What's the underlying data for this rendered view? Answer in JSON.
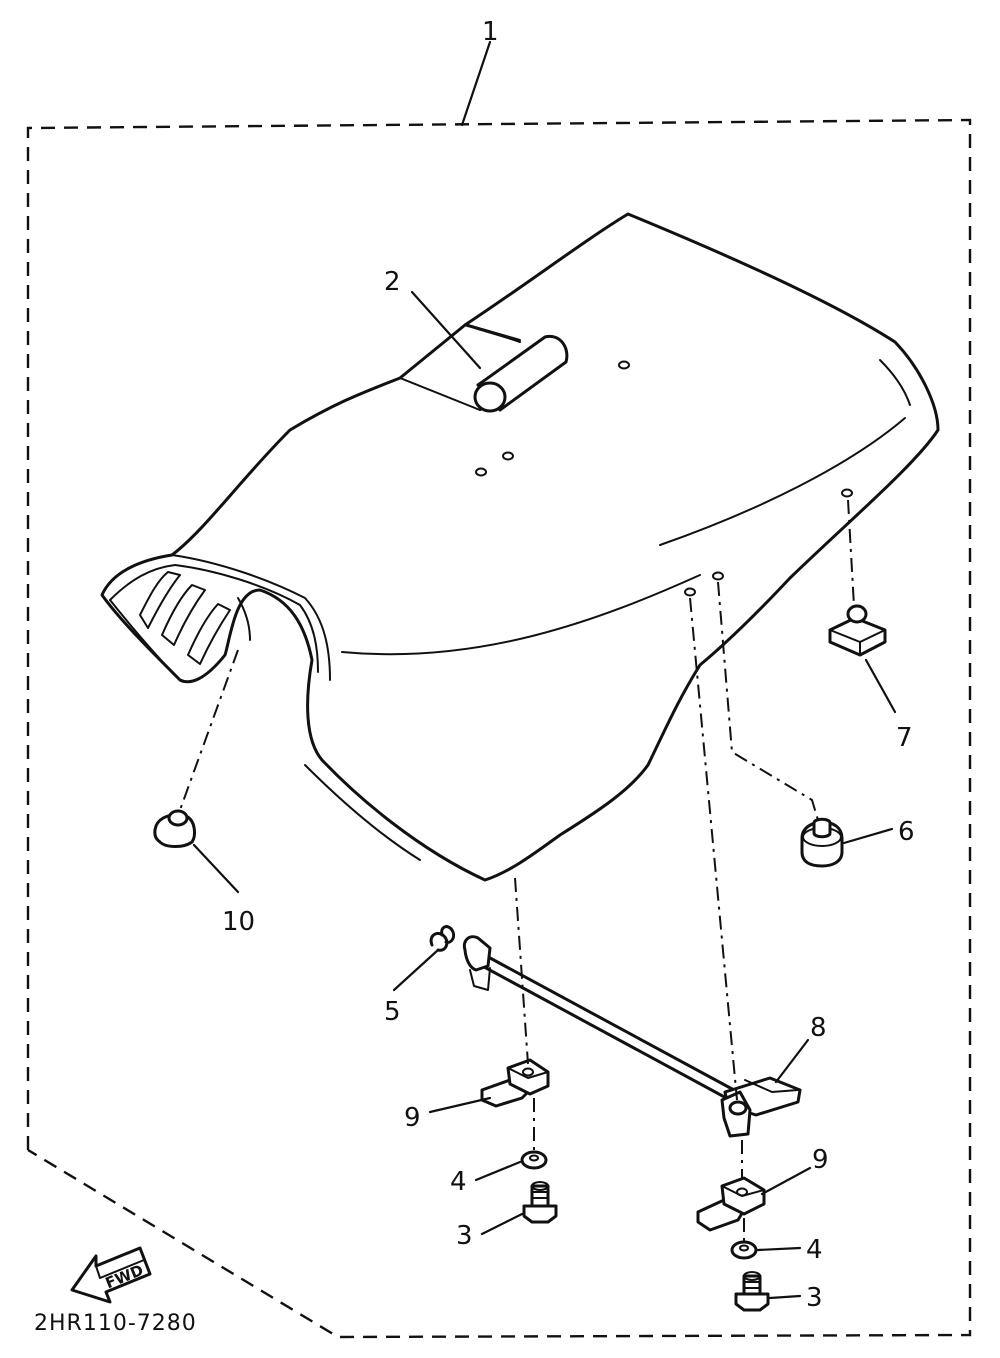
{
  "diagram": {
    "diagram_code": "2HR110-7280",
    "fwd_label": "FWD",
    "callouts": {
      "c1": "1",
      "c2": "2",
      "c3a": "3",
      "c3b": "3",
      "c4a": "4",
      "c4b": "4",
      "c5": "5",
      "c6": "6",
      "c7": "7",
      "c8": "8",
      "c9a": "9",
      "c9b": "9",
      "c10": "10"
    }
  }
}
